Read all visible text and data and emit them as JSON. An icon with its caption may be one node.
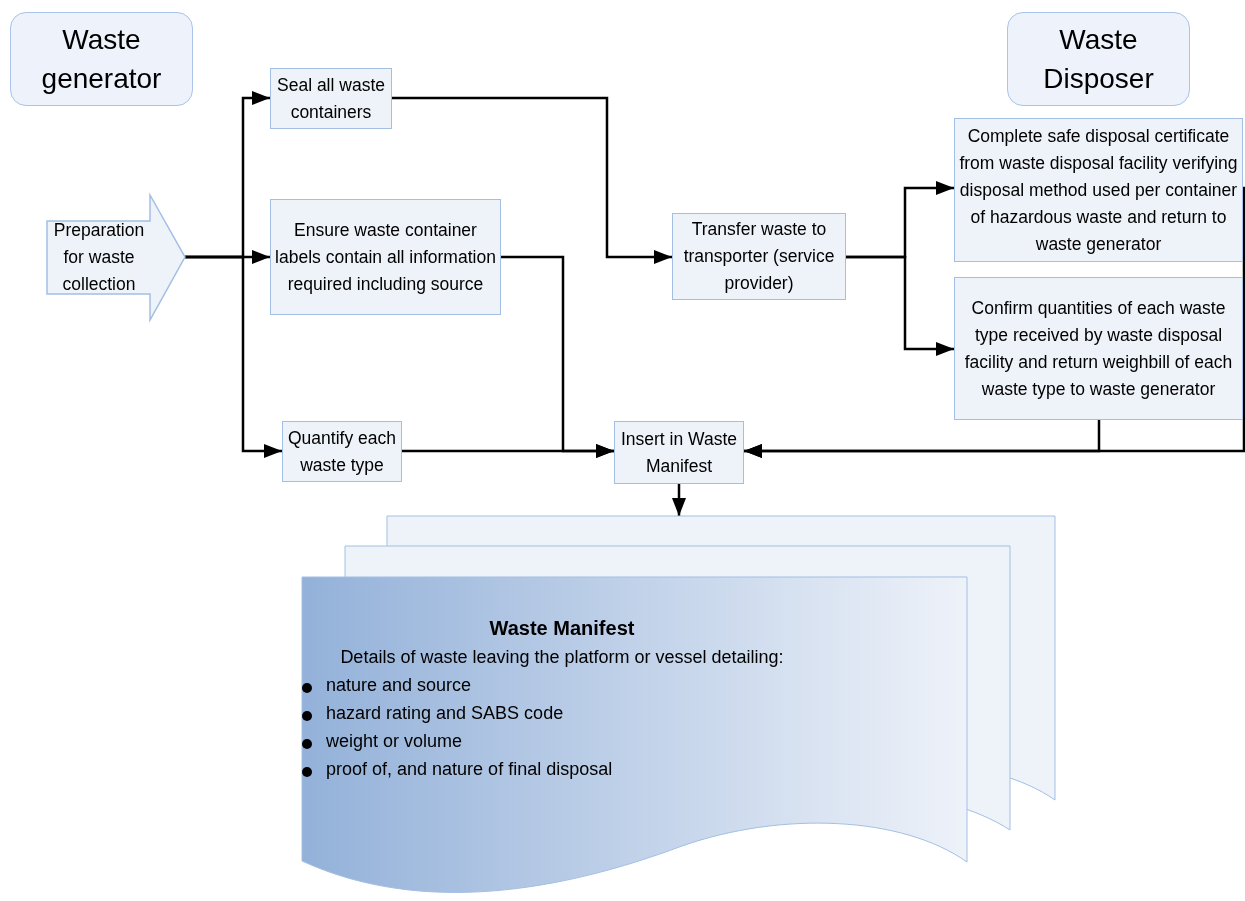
{
  "diagram": {
    "nodes": [
      {
        "text": [
          "Waste generator"
        ]
      },
      {
        "text": [
          "Waste Disposer"
        ]
      },
      {
        "text": [
          "Preparation for waste collection"
        ]
      },
      {
        "text": [
          "Seal all waste containers"
        ]
      },
      {
        "text": [
          "Ensure waste container labels contain all information required including source"
        ]
      },
      {
        "text": [
          "Quantify each waste type"
        ]
      },
      {
        "text": [
          "Transfer waste to transporter (service provider)"
        ]
      },
      {
        "text": [
          "Complete safe disposal certificate from waste disposal facility verifying disposal method used per container of hazardous waste and return to waste generator"
        ]
      },
      {
        "text": [
          "Confirm quantities of each waste type received by waste disposal facility and return weighbill of each waste type to waste generator"
        ]
      },
      {
        "text": [
          "Insert in Waste Manifest"
        ]
      },
      {
        "text": [
          "Waste Manifest",
          "Details of waste leaving the platform or vessel detailing:",
          "nature and source",
          "hazard rating and SABS code",
          "weight or volume",
          "proof of, and nature of final disposal"
        ]
      }
    ],
    "edges": [
      {
        "from": 2,
        "to": 3,
        "arrow": "to"
      },
      {
        "from": 2,
        "to": 4,
        "arrow": "to"
      },
      {
        "from": 2,
        "to": 5,
        "arrow": "to"
      },
      {
        "from": 3,
        "to": 6,
        "arrow": "to"
      },
      {
        "from": 4,
        "to": 9,
        "arrow": "to"
      },
      {
        "from": 5,
        "to": 9,
        "arrow": "to"
      },
      {
        "from": 6,
        "to": 7,
        "arrow": "to"
      },
      {
        "from": 6,
        "to": 8,
        "arrow": "to"
      },
      {
        "from": 7,
        "to": 9,
        "arrow": "to"
      },
      {
        "from": 8,
        "to": 9,
        "arrow": "to"
      },
      {
        "from": 9,
        "to": 10,
        "arrow": "to"
      }
    ]
  }
}
